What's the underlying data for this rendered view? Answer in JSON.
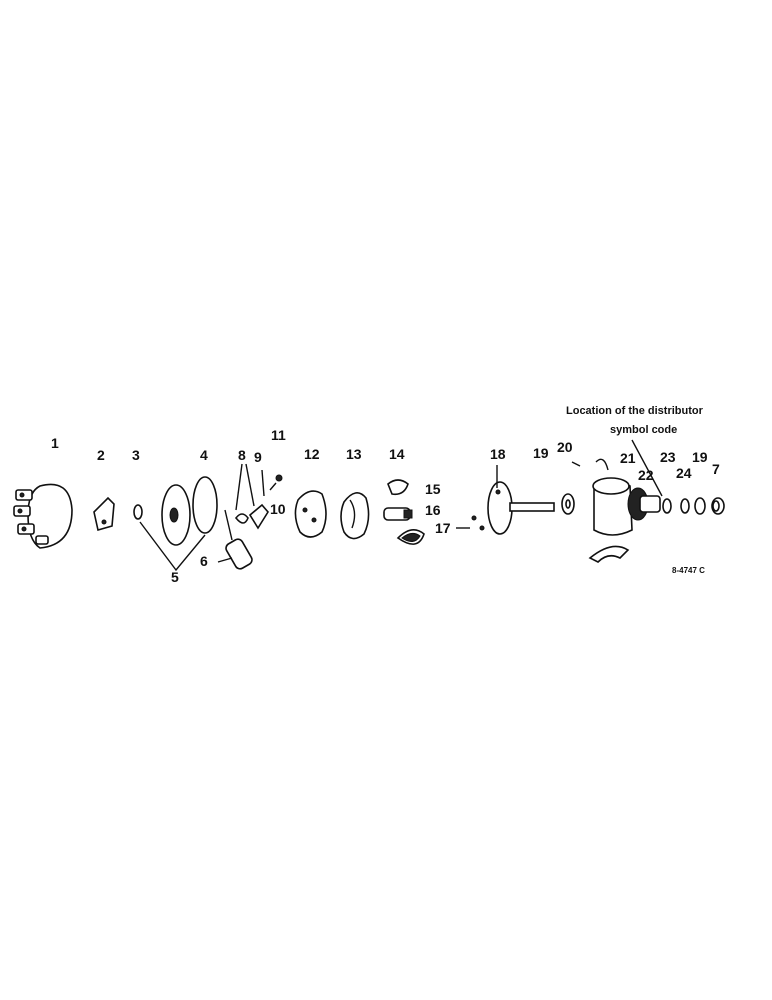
{
  "labels": {
    "l1": "1",
    "l2": "2",
    "l3": "3",
    "l4": "4",
    "l5": "5",
    "l6": "6",
    "l7": "7",
    "l8": "8",
    "l9": "9",
    "l10": "10",
    "l11": "11",
    "l12": "12",
    "l13": "13",
    "l14": "14",
    "l15": "15",
    "l16": "16",
    "l17": "17",
    "l18": "18",
    "l19a": "19",
    "l19b": "19",
    "l20": "20",
    "l21": "21",
    "l22": "22",
    "l23": "23",
    "l24": "24"
  },
  "note": {
    "line1": "Location of the distributor",
    "line2": "symbol code"
  },
  "drawing_code": "8-4747 C"
}
